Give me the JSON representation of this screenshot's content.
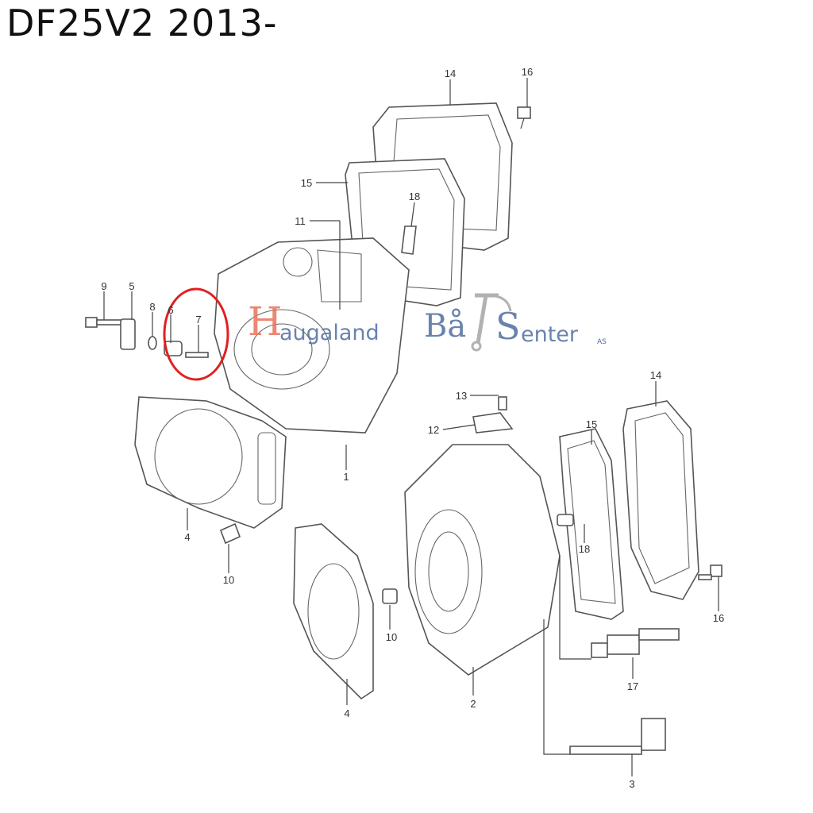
{
  "title": "DF25V2 2013-",
  "watermark": {
    "part1_initial": "H",
    "part1_rest": "augaland",
    "part2_initial": "Bå",
    "part3_initial": "S",
    "part3_rest": "enter",
    "suffix": "AS"
  },
  "callouts": {
    "c14a": "14",
    "c16a": "16",
    "c15a": "15",
    "c18a": "18",
    "c11": "11",
    "c9": "9",
    "c5": "5",
    "c8": "8",
    "c6": "6",
    "c7": "7",
    "c13": "13",
    "c12": "12",
    "c15b": "15",
    "c14b": "14",
    "c1": "1",
    "c4a": "4",
    "c10a": "10",
    "c18b": "18",
    "c10b": "10",
    "c16b": "16",
    "c4b": "4",
    "c2": "2",
    "c17": "17",
    "c3": "3"
  },
  "colors": {
    "highlight": "#e02020",
    "wm_orange": "#e8735a",
    "wm_blue": "#4f6ea0"
  }
}
